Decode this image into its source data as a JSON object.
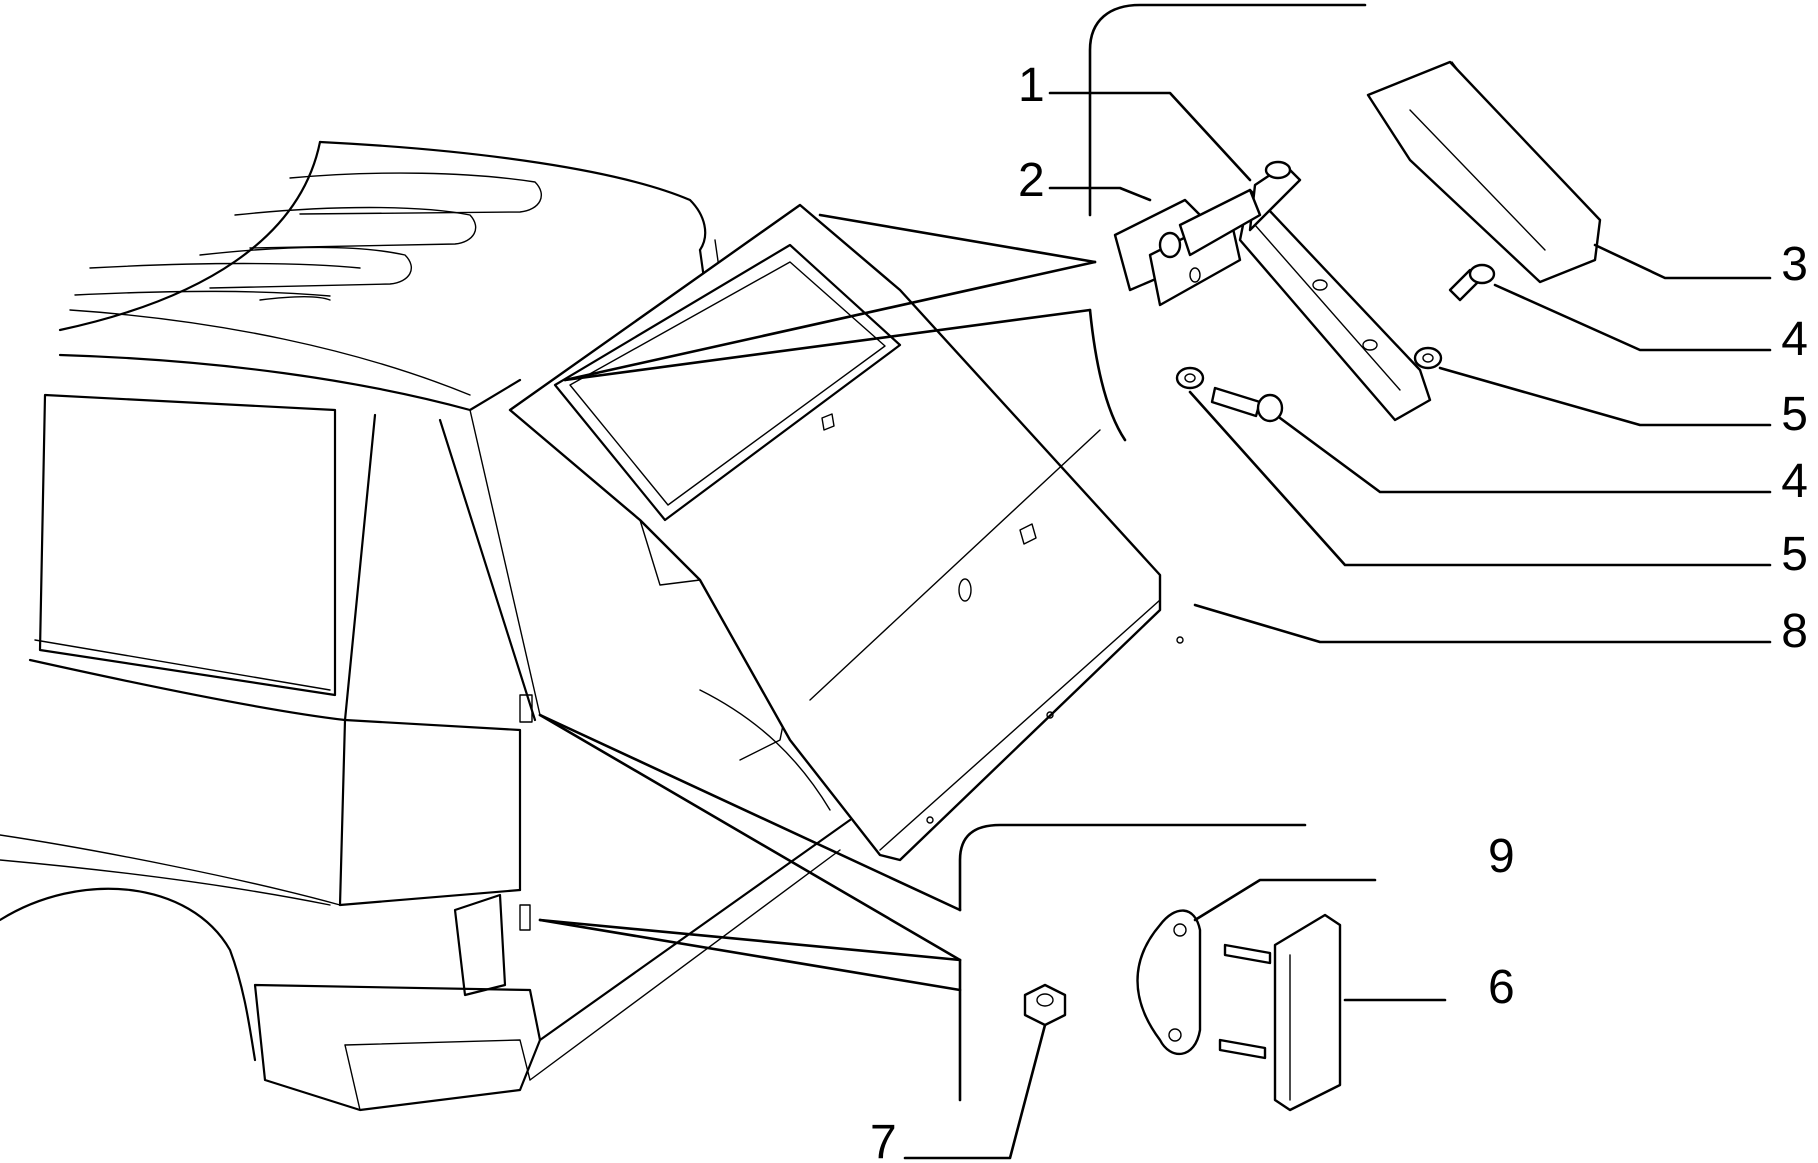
{
  "callouts": [
    {
      "id": "c1",
      "text": "1"
    },
    {
      "id": "c2",
      "text": "2"
    },
    {
      "id": "c3",
      "text": "3"
    },
    {
      "id": "c4a",
      "text": "4"
    },
    {
      "id": "c5a",
      "text": "5"
    },
    {
      "id": "c4b",
      "text": "4"
    },
    {
      "id": "c5b",
      "text": "5"
    },
    {
      "id": "c8",
      "text": "8"
    },
    {
      "id": "c9",
      "text": "9"
    },
    {
      "id": "c6",
      "text": "6"
    },
    {
      "id": "c7",
      "text": "7"
    }
  ],
  "colors": {
    "ink": "#000000",
    "paper": "#ffffff"
  }
}
